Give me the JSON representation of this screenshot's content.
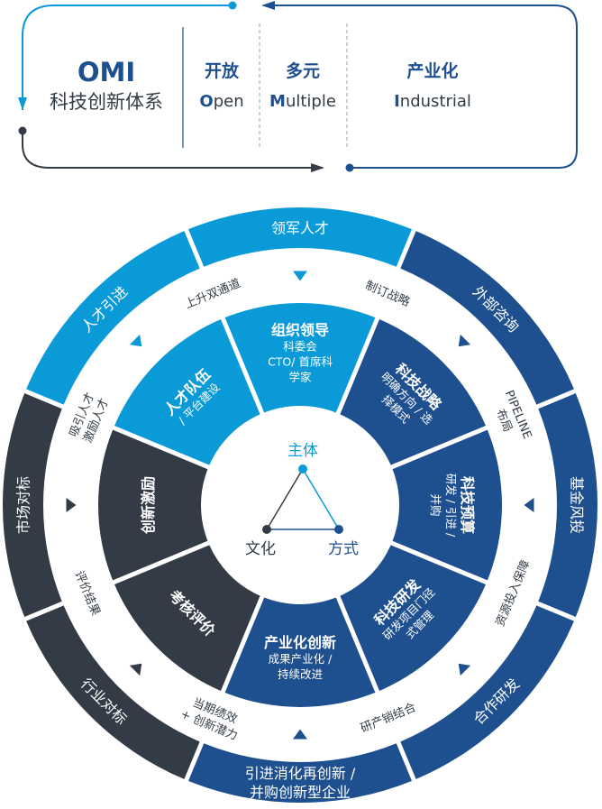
{
  "header": {
    "brand": "OMI",
    "subtitle": "科技创新体系",
    "pillars": [
      {
        "cn": "开放",
        "en_initial": "O",
        "en_rest": "pen"
      },
      {
        "cn": "多元",
        "en_initial": "M",
        "en_rest": "ultiple"
      },
      {
        "cn": "产业化",
        "en_initial": "I",
        "en_rest": "ndustrial"
      }
    ]
  },
  "colors": {
    "light_blue": "#0a9ad8",
    "dark_blue": "#1e4f8f",
    "dark_gray": "#333c46",
    "text_blue": "#1e4f8f"
  },
  "wheel": {
    "outer": [
      {
        "label": [
          "领军人才"
        ],
        "color": "light_blue"
      },
      {
        "label": [
          "外部咨询"
        ],
        "color": "dark_blue"
      },
      {
        "label": [
          "基金风投"
        ],
        "color": "dark_blue"
      },
      {
        "label": [
          "合作研发"
        ],
        "color": "dark_blue"
      },
      {
        "label": [
          "引进消化再创新 /",
          "并购创新型企业"
        ],
        "color": "dark_blue"
      },
      {
        "label": [
          "行业对标"
        ],
        "color": "dark_gray"
      },
      {
        "label": [
          "市场对标"
        ],
        "color": "dark_gray"
      },
      {
        "label": [
          "人才引进"
        ],
        "color": "light_blue"
      }
    ],
    "middle": [
      {
        "label": [
          "制订战略"
        ]
      },
      {
        "label": [
          "PIPELINE",
          "布局"
        ]
      },
      {
        "label": [
          "资源投入保障"
        ]
      },
      {
        "label": [
          "研产销结合"
        ]
      },
      {
        "label": [
          "当期绩效",
          "+ 创新潜力"
        ]
      },
      {
        "label": [
          "评价结果"
        ]
      },
      {
        "label": [
          "吸引人才",
          "激励人才"
        ]
      },
      {
        "label": [
          "上升双通道"
        ]
      }
    ],
    "inner": [
      {
        "title": "组织领导",
        "sub": [
          "科委会",
          "CTO/ 首席科",
          "学家"
        ],
        "color": "light_blue"
      },
      {
        "title": "科技战略",
        "sub": [
          "明确方向 / 选",
          "择模式"
        ],
        "color": "dark_blue"
      },
      {
        "title": "科技预算",
        "sub": [
          "研发 / 引进 /",
          "并购"
        ],
        "color": "dark_blue"
      },
      {
        "title": "科技研发",
        "sub": [
          "研发项目门径",
          "式管理"
        ],
        "color": "dark_blue"
      },
      {
        "title": "产业化创新",
        "sub": [
          "成果产业化 /",
          "持续改进"
        ],
        "color": "dark_blue"
      },
      {
        "title": "考核评价",
        "sub": [],
        "color": "dark_gray"
      },
      {
        "title": "创新激励",
        "sub": [],
        "color": "dark_gray"
      },
      {
        "title": "人才队伍",
        "sub": [
          "/ 平台建设"
        ],
        "color": "light_blue"
      }
    ],
    "center": {
      "top": "主体",
      "left": "文化",
      "right": "方式"
    }
  }
}
